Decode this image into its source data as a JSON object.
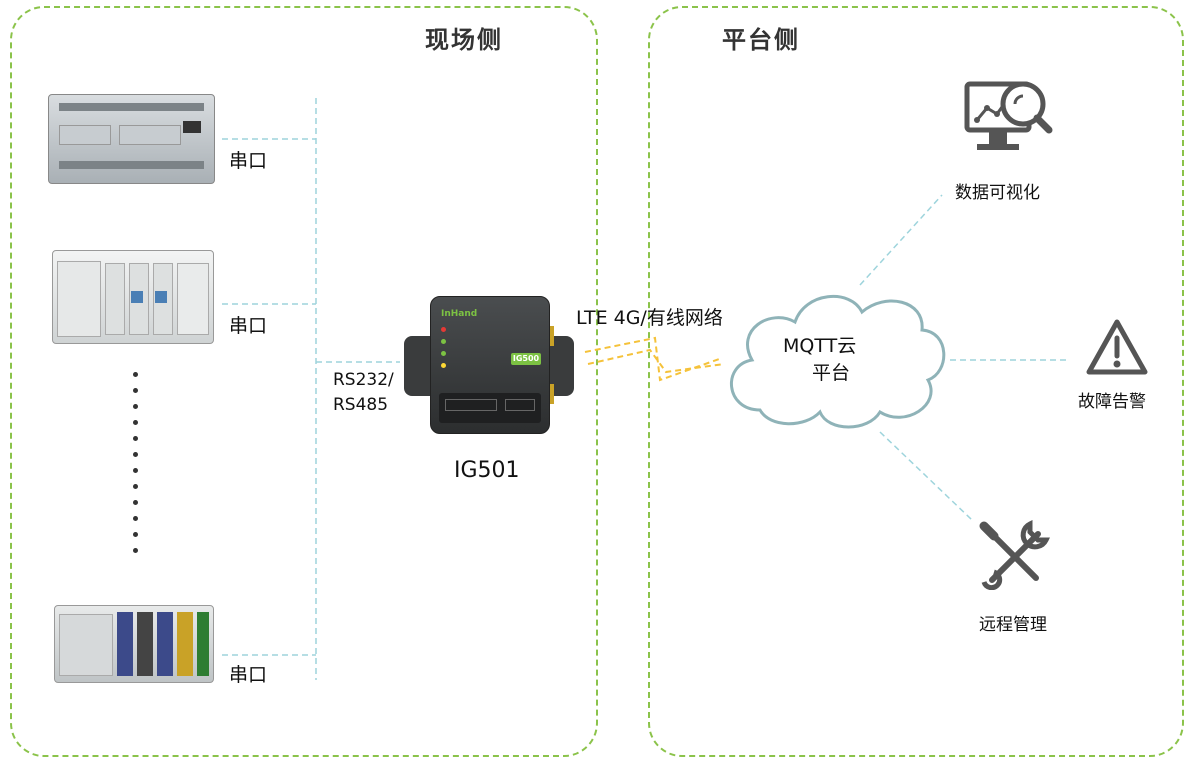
{
  "panels": {
    "field_title": "现场侧",
    "platform_title": "平台侧"
  },
  "field": {
    "devices": [
      {
        "icon": "siemens-plc-icon",
        "port_label": "串口"
      },
      {
        "icon": "schneider-plc-icon",
        "port_label": "串口"
      },
      {
        "icon": "allen-bradley-plc-icon",
        "port_label": "串口"
      }
    ],
    "bus_label_1": "RS232/",
    "bus_label_2": "RS485"
  },
  "gateway": {
    "icon": "gateway-router-icon",
    "name": "IG501",
    "brand_text": "InHand",
    "model_text": "IG500"
  },
  "link": {
    "label": "LTE 4G/有线网络"
  },
  "cloud": {
    "line1": "MQTT云",
    "line2": "平台"
  },
  "services": [
    {
      "icon": "data-visualization-monitor-icon",
      "label": "数据可视化"
    },
    {
      "icon": "warning-triangle-icon",
      "label": "故障告警"
    },
    {
      "icon": "tools-wrench-screwdriver-icon",
      "label": "远程管理"
    }
  ],
  "colors": {
    "panel_border": "#8bc34a",
    "connector_line": "#9ed4dc",
    "wireless_link": "#f5c23a",
    "cloud_stroke": "#8fb3b8"
  }
}
